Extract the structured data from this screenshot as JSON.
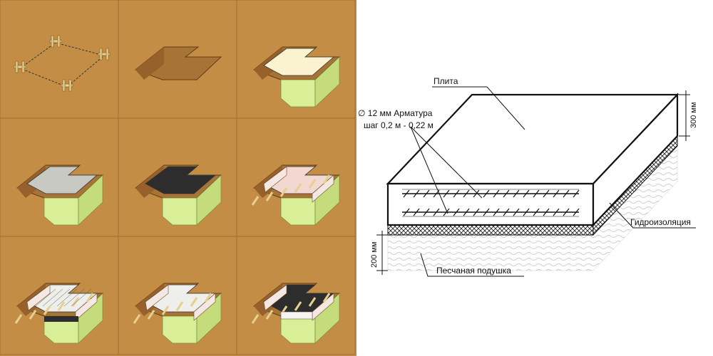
{
  "steps": {
    "panels": [
      {
        "id": "stakeout"
      },
      {
        "id": "excavation"
      },
      {
        "id": "sand-cushion"
      },
      {
        "id": "concrete-prep"
      },
      {
        "id": "waterproofing"
      },
      {
        "id": "formwork"
      },
      {
        "id": "reinforcement"
      },
      {
        "id": "concrete-pour"
      },
      {
        "id": "top-waterproofing"
      }
    ],
    "colors": {
      "soil": "#c48d45",
      "soil_side": "#a87336",
      "sand": "#d9ef97",
      "cream": "#fbf3cf",
      "concrete": "#c9c9c4",
      "bitumen": "#2d2d2d",
      "wood": "#e7cf8f"
    }
  },
  "scheme": {
    "labels": {
      "slab": "Плита",
      "rebar": "∅ 12 мм Арматура",
      "rebar_step": "шаг 0,2 м - 0,22 м",
      "waterproofing": "Гидроизоляция",
      "sand": "Песчаная подушка",
      "dim_top": "300 мм",
      "dim_bottom": "200 мм"
    }
  }
}
